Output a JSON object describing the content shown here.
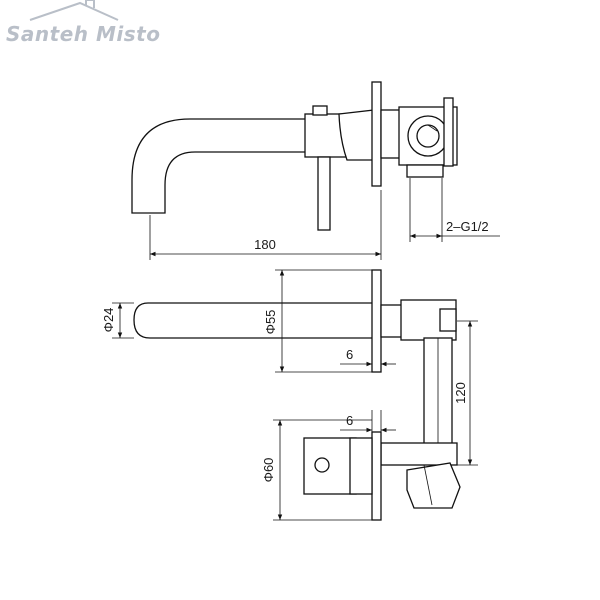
{
  "logo": {
    "text": "Santeh Misto",
    "icon": "house-roof-icon",
    "color": "#b9bfc8"
  },
  "dimensions": {
    "spout_length": "180",
    "connection_thread": "2–G1/2",
    "spout_diameter": "Φ24",
    "rosette_spout_diameter": "Φ55",
    "rosette_spout_thickness": "6",
    "body_height": "120",
    "rosette_handle_thickness": "6",
    "rosette_handle_diameter": "Φ60"
  }
}
